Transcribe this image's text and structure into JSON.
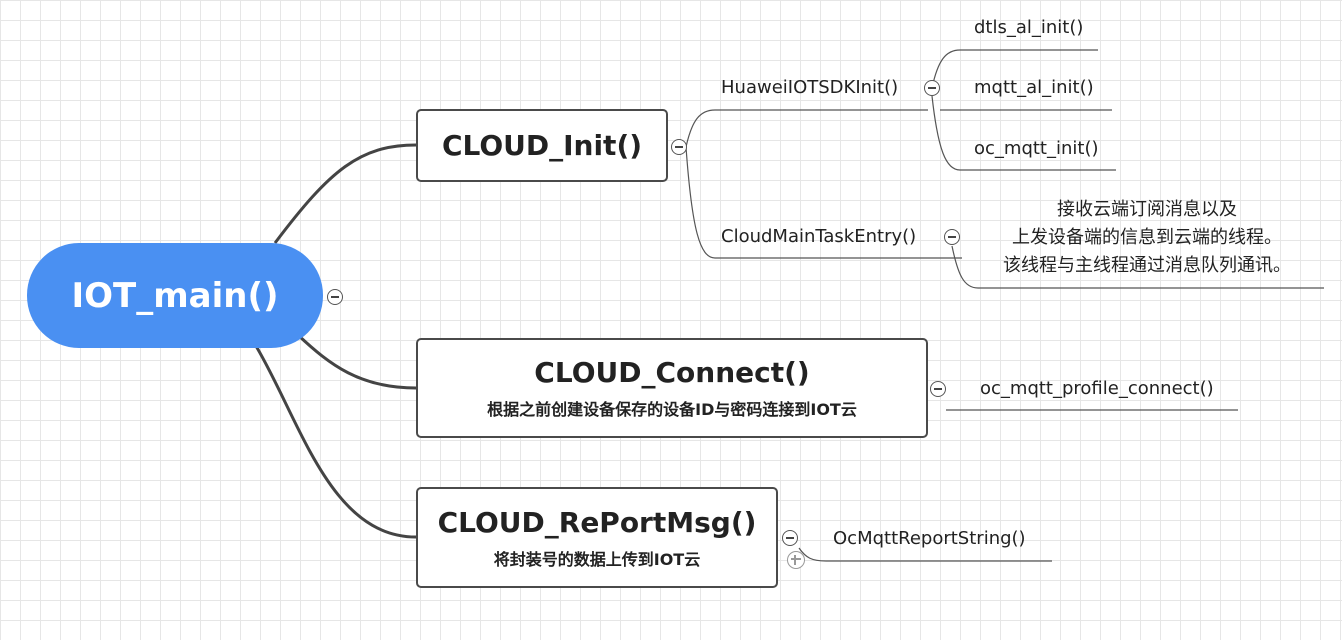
{
  "root": {
    "label": "IOT_main()"
  },
  "branches": [
    {
      "title": "CLOUD_Init()",
      "children": [
        {
          "label": "HuaweiIOTSDKInit()",
          "children": [
            "dtls_al_init()",
            "mqtt_al_init()",
            "oc_mqtt_init()"
          ]
        },
        {
          "label": "CloudMainTaskEntry()",
          "note": [
            "接收云端订阅消息以及",
            "上发设备端的信息到云端的线程。",
            "该线程与主线程通过消息队列通讯。"
          ]
        }
      ]
    },
    {
      "title": "CLOUD_Connect()",
      "subtitle": "根据之前创建设备保存的设备ID与密码连接到IOT云",
      "children": [
        {
          "label": "oc_mqtt_profile_connect()"
        }
      ]
    },
    {
      "title": "CLOUD_RePortMsg()",
      "subtitle": "将封装号的数据上传到IOT云",
      "children": [
        {
          "label": "OcMqttReportString()"
        }
      ]
    }
  ],
  "colors": {
    "root_fill": "#4a90f2",
    "line": "#444444",
    "grid": "#e6e6e6"
  }
}
